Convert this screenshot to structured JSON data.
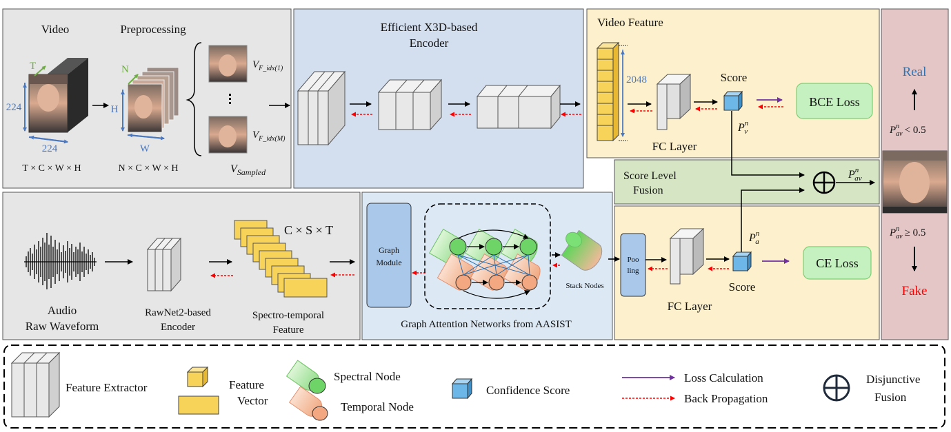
{
  "colors": {
    "gray_panel": "#e6e6e6",
    "blue_panel": "#d3deee",
    "light_blue_panel": "#dce9f5",
    "yellow_panel": "#fdf0cc",
    "green_panel": "#d6e6c4",
    "pink_panel": "#e4c6c6",
    "green_box": "#c5f0c0",
    "yellow_feature": "#f7d35a",
    "confidence_cube": "#6db7e8",
    "graph_module": "#aac8ea",
    "real_text": "#2e74b5",
    "fake_text": "#ff0000",
    "loss_arrow": "#7030a0",
    "back_prop_arrow": "#ff0000"
  },
  "video_panel": {
    "video_label": "Video",
    "preprocessing_label": "Preprocessing",
    "dim_t": "T",
    "dim_224_v": "224",
    "dim_224_h": "224",
    "dim_n": "N",
    "dim_h": "H",
    "dim_w": "W",
    "shape_video": "T × C × W × H",
    "shape_pre": "N × C × W × H",
    "v_top": "V",
    "v_top_sub": "F_idx(1)",
    "v_bottom": "V",
    "v_bottom_sub": "F_idx(M)",
    "v_sampled": "V",
    "v_sampled_sub": "Sampled"
  },
  "x3d_panel": {
    "title_line1": "Efficient X3D-based",
    "title_line2": "Encoder"
  },
  "video_feature_panel": {
    "title": "Video Feature",
    "dim": "2048",
    "fc_label": "FC Layer",
    "score_label": "Score",
    "prob_label": "P",
    "prob_sup": "n",
    "prob_sub": "v",
    "loss_label": "BCE Loss"
  },
  "fusion_panel": {
    "label_line1": "Score Level",
    "label_line2": "Fusion",
    "prob_label": "P",
    "prob_sup": "n",
    "prob_sub": "av"
  },
  "decision_panel": {
    "real_label": "Real",
    "real_cond": "< 0.5",
    "fake_label": "Fake",
    "fake_cond": "≥ 0.5",
    "prob": "P",
    "prob_sup": "n",
    "prob_sub": "av"
  },
  "audio_panel": {
    "audio_line1": "Audio",
    "audio_line2": "Raw Waveform",
    "encoder_line1": "RawNet2-based",
    "encoder_line2": "Encoder",
    "feature_line1": "Spectro-temporal",
    "feature_line2": "Feature",
    "shape": "C × S × T"
  },
  "graph_panel": {
    "module_line1": "Graph",
    "module_line2": "Module",
    "stack_nodes": "Stack Nodes",
    "caption": "Graph Attention Networks from AASIST"
  },
  "audio_score_panel": {
    "pooling_line1": "Poo",
    "pooling_line2": "ling",
    "fc_label": "FC Layer",
    "score_label": "Score",
    "prob_label": "P",
    "prob_sup": "n",
    "prob_sub": "a",
    "loss_label": "CE Loss"
  },
  "legend": {
    "feature_extractor": "Feature Extractor",
    "feature_vector_line1": "Feature",
    "feature_vector_line2": "Vector",
    "spectral_node": "Spectral Node",
    "temporal_node": "Temporal Node",
    "confidence_score": "Confidence Score",
    "loss_calculation": "Loss Calculation",
    "back_propagation": "Back Propagation",
    "disjunctive_line1": "Disjunctive",
    "disjunctive_line2": "Fusion"
  }
}
